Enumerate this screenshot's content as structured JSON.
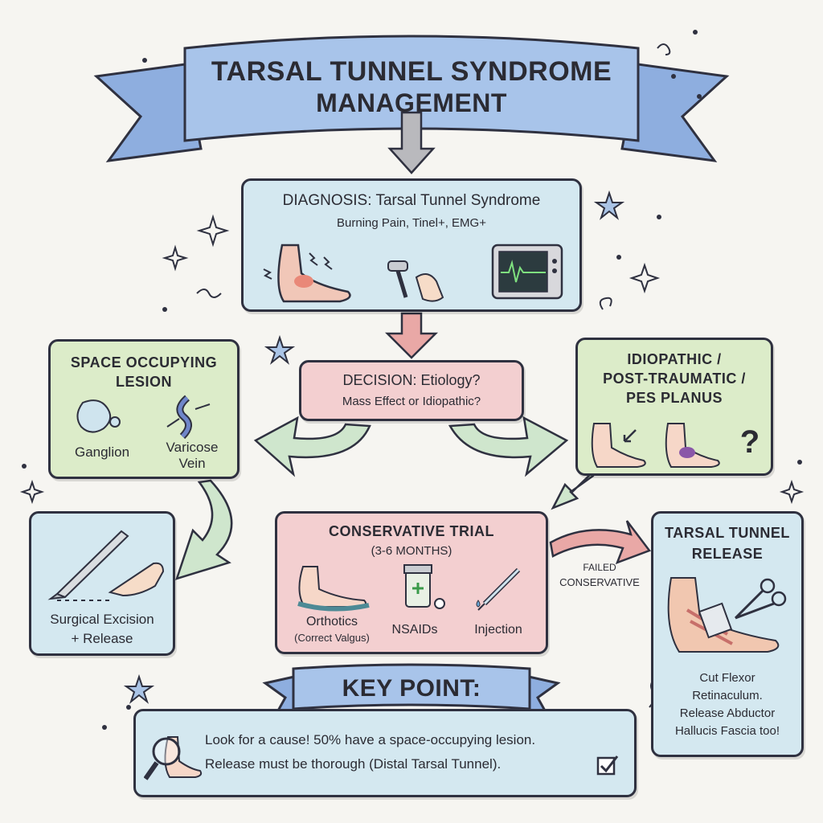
{
  "title": {
    "line1": "TARSAL TUNNEL SYNDROME",
    "line2": "MANAGEMENT"
  },
  "diagnosis": {
    "heading": "DIAGNOSIS: Tarsal Tunnel Syndrome",
    "subtitle": "Burning Pain, Tinel+, EMG+"
  },
  "decision": {
    "line1": "DECISION: Etiology?",
    "line2": "Mass Effect or Idiopathic?"
  },
  "space_lesion": {
    "line1": "SPACE OCCUPYING",
    "line2": "LESION",
    "ganglion": "Ganglion",
    "varicose_1": "Varicose",
    "varicose_2": "Vein"
  },
  "idiopathic": {
    "line1": "IDIOPATHIC /",
    "line2": "POST-TRAUMATIC /",
    "line3": "PES PLANUS",
    "question": "?"
  },
  "surgical": {
    "line1": "Surgical Excision",
    "line2": "+ Release"
  },
  "conservative": {
    "heading": "CONSERVATIVE TRIAL",
    "duration": "(3-6 MONTHS)",
    "orthotics": "Orthotics",
    "orthotics_note": "(Correct Valgus)",
    "nsaids": "NSAIDs",
    "injection": "Injection"
  },
  "failed": {
    "line1": "FAILED",
    "line2": "CONSERVATIVE"
  },
  "release": {
    "line1": "TARSAL TUNNEL",
    "line2": "RELEASE",
    "desc1": "Cut Flexor",
    "desc2": "Retinaculum.",
    "desc3": "Release Abductor",
    "desc4": "Hallucis Fascia too!"
  },
  "key_point": {
    "label": "KEY POINT:",
    "line1": "Look for a cause! 50% have a space-occupying lesion.",
    "line2": "Release must be thorough (Distal Tarsal Tunnel)."
  },
  "colors": {
    "blue_box": "#d4e8f0",
    "pink_box": "#f3cfd0",
    "green_box": "#dcecc9",
    "banner": "#9fbde6",
    "outline": "#2f3140"
  }
}
